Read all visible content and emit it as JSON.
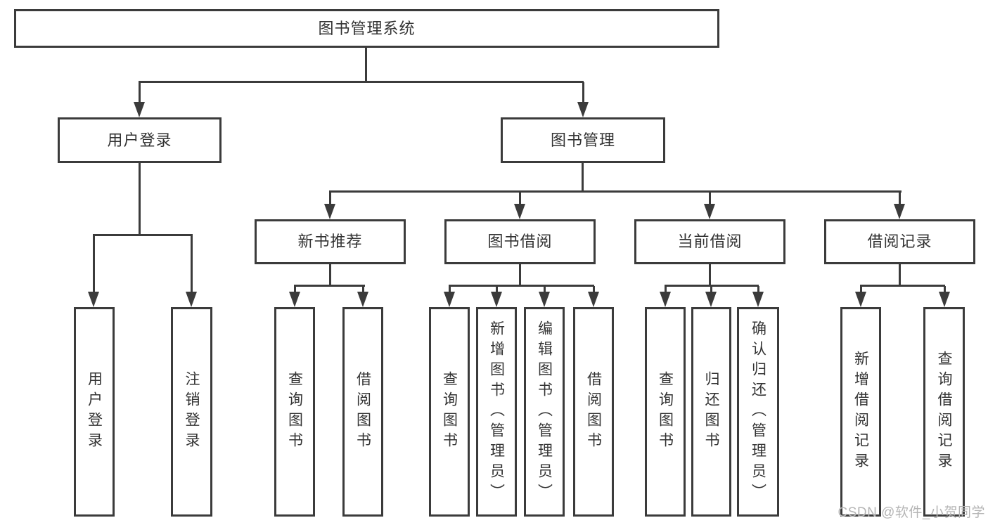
{
  "diagram": {
    "root": {
      "label": "图书管理系统"
    },
    "level2": [
      {
        "label": "用户登录"
      },
      {
        "label": "图书管理"
      }
    ],
    "level3": [
      {
        "label": "新书推荐"
      },
      {
        "label": "图书借阅"
      },
      {
        "label": "当前借阅"
      },
      {
        "label": "借阅记录"
      }
    ],
    "leaves": [
      {
        "label": "用户登录",
        "parent": "用户登录"
      },
      {
        "label": "注销登录",
        "parent": "用户登录"
      },
      {
        "label": "查询图书",
        "parent": "新书推荐"
      },
      {
        "label": "借阅图书",
        "parent": "新书推荐"
      },
      {
        "label": "查询图书",
        "parent": "图书借阅"
      },
      {
        "label": "新增图书（管理员）",
        "parent": "图书借阅"
      },
      {
        "label": "编辑图书（管理员）",
        "parent": "图书借阅"
      },
      {
        "label": "借阅图书",
        "parent": "图书借阅"
      },
      {
        "label": "查询图书",
        "parent": "当前借阅"
      },
      {
        "label": "归还图书",
        "parent": "当前借阅"
      },
      {
        "label": "确认归还（管理员）",
        "parent": "当前借阅"
      },
      {
        "label": "新增借阅记录",
        "parent": "借阅记录"
      },
      {
        "label": "查询借阅记录",
        "parent": "借阅记录"
      }
    ],
    "watermark": "CSDN @软件_小贺同学",
    "colors": {
      "line": "#3b3b3b",
      "text": "#333333",
      "watermark": "#b5b5b5",
      "background": "#ffffff"
    }
  }
}
